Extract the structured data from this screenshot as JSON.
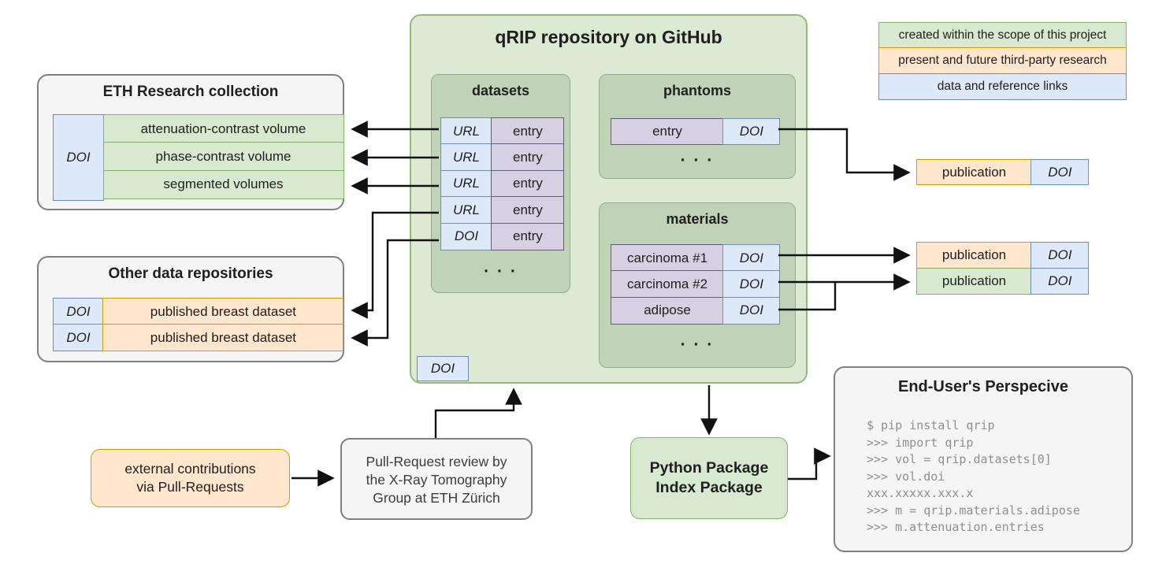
{
  "qrip": {
    "title": "qRIP repository on GitHub",
    "doi_badge": "DOI",
    "datasets": {
      "title": "datasets",
      "rows": [
        {
          "ref": "URL",
          "label": "entry"
        },
        {
          "ref": "URL",
          "label": "entry"
        },
        {
          "ref": "URL",
          "label": "entry"
        },
        {
          "ref": "URL",
          "label": "entry"
        },
        {
          "ref": "DOI",
          "label": "entry"
        }
      ],
      "ellipsis": "· · ·"
    },
    "phantoms": {
      "title": "phantoms",
      "rows": [
        {
          "label": "entry",
          "ref": "DOI"
        }
      ],
      "ellipsis": "· · ·"
    },
    "materials": {
      "title": "materials",
      "rows": [
        {
          "label": "carcinoma #1",
          "ref": "DOI"
        },
        {
          "label": "carcinoma #2",
          "ref": "DOI"
        },
        {
          "label": "adipose",
          "ref": "DOI"
        }
      ],
      "ellipsis": "· · ·"
    }
  },
  "eth_collection": {
    "title": "ETH Research collection",
    "doi_label": "DOI",
    "rows": [
      "attenuation-contrast volume",
      "phase-contrast volume",
      "segmented volumes"
    ]
  },
  "other_repos": {
    "title": "Other data repositories",
    "rows": [
      {
        "doi": "DOI",
        "label": "published breast dataset"
      },
      {
        "doi": "DOI",
        "label": "published breast dataset"
      }
    ]
  },
  "legend": {
    "items": [
      {
        "label": "created within the scope of this project",
        "variant": "green"
      },
      {
        "label": "present and future third-party research",
        "variant": "orange"
      },
      {
        "label": "data and reference links",
        "variant": "blue"
      }
    ]
  },
  "publications": [
    {
      "label": "publication",
      "doi": "DOI",
      "variant": "orange"
    },
    {
      "label": "publication",
      "doi": "DOI",
      "variant": "orange"
    },
    {
      "label": "publication",
      "doi": "DOI",
      "variant": "green"
    }
  ],
  "external_contrib": {
    "lines": [
      "external contributions",
      "via Pull-Requests"
    ]
  },
  "pr_review": {
    "lines": [
      "Pull-Request review by",
      "the X-Ray Tomography",
      "Group at ETH Zürich"
    ]
  },
  "pypi": {
    "lines": [
      "Python Package",
      "Index Package"
    ]
  },
  "end_user": {
    "title": "End-User's Perspecive",
    "code_lines": [
      "$ pip install qrip",
      ">>> import qrip",
      ">>> vol = qrip.datasets[0]",
      ">>> vol.doi",
      "xxx.xxxxx.xxx.x",
      ">>> m = qrip.materials.adipose",
      ">>> m.attenuation.entries"
    ]
  },
  "colors": {
    "project_green_fill": "#d9e9d0",
    "project_green_border": "#82b366",
    "third_party_orange_fill": "#ffe6cc",
    "third_party_orange_border": "#d79b00",
    "link_blue_fill": "#dde9f9",
    "link_blue_border": "#6c8ebf",
    "entry_purple_fill": "#d6d0e2",
    "container_gray_fill": "#f5f5f5",
    "arrow_black": "#111111"
  }
}
